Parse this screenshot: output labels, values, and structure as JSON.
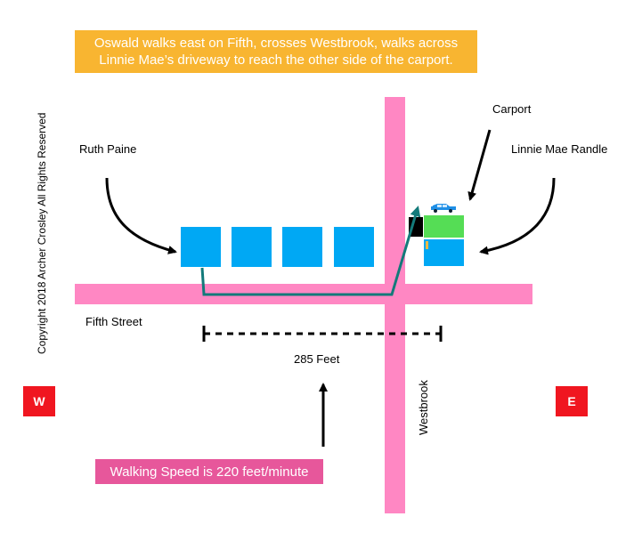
{
  "banner": {
    "line1": "Oswald walks east on Fifth, crosses Westbrook, walks across",
    "line2": "Linnie Mae’s driveway to reach the other side of the carport."
  },
  "labels": {
    "ruth_paine": "Ruth Paine",
    "linnie_mae": "Linnie Mae Randle",
    "carport": "Carport",
    "fifth_street": "Fifth Street",
    "westbrook": "Westbrook",
    "distance": "285 Feet"
  },
  "copyright": "Copyright 2018   Archer Crosley   All Rights Reserved",
  "compass": {
    "west": "W",
    "east": "E"
  },
  "speed_note": "Walking Speed is 220 feet/minute",
  "colors": {
    "road": "#ff87c3",
    "house": "#00a8f4",
    "carport": "#55dd55",
    "path": "#137a7a",
    "banner": "#f8b531",
    "compass": "#f01620",
    "speed_box": "#e7579b"
  },
  "icons": {
    "car": "car-icon"
  }
}
